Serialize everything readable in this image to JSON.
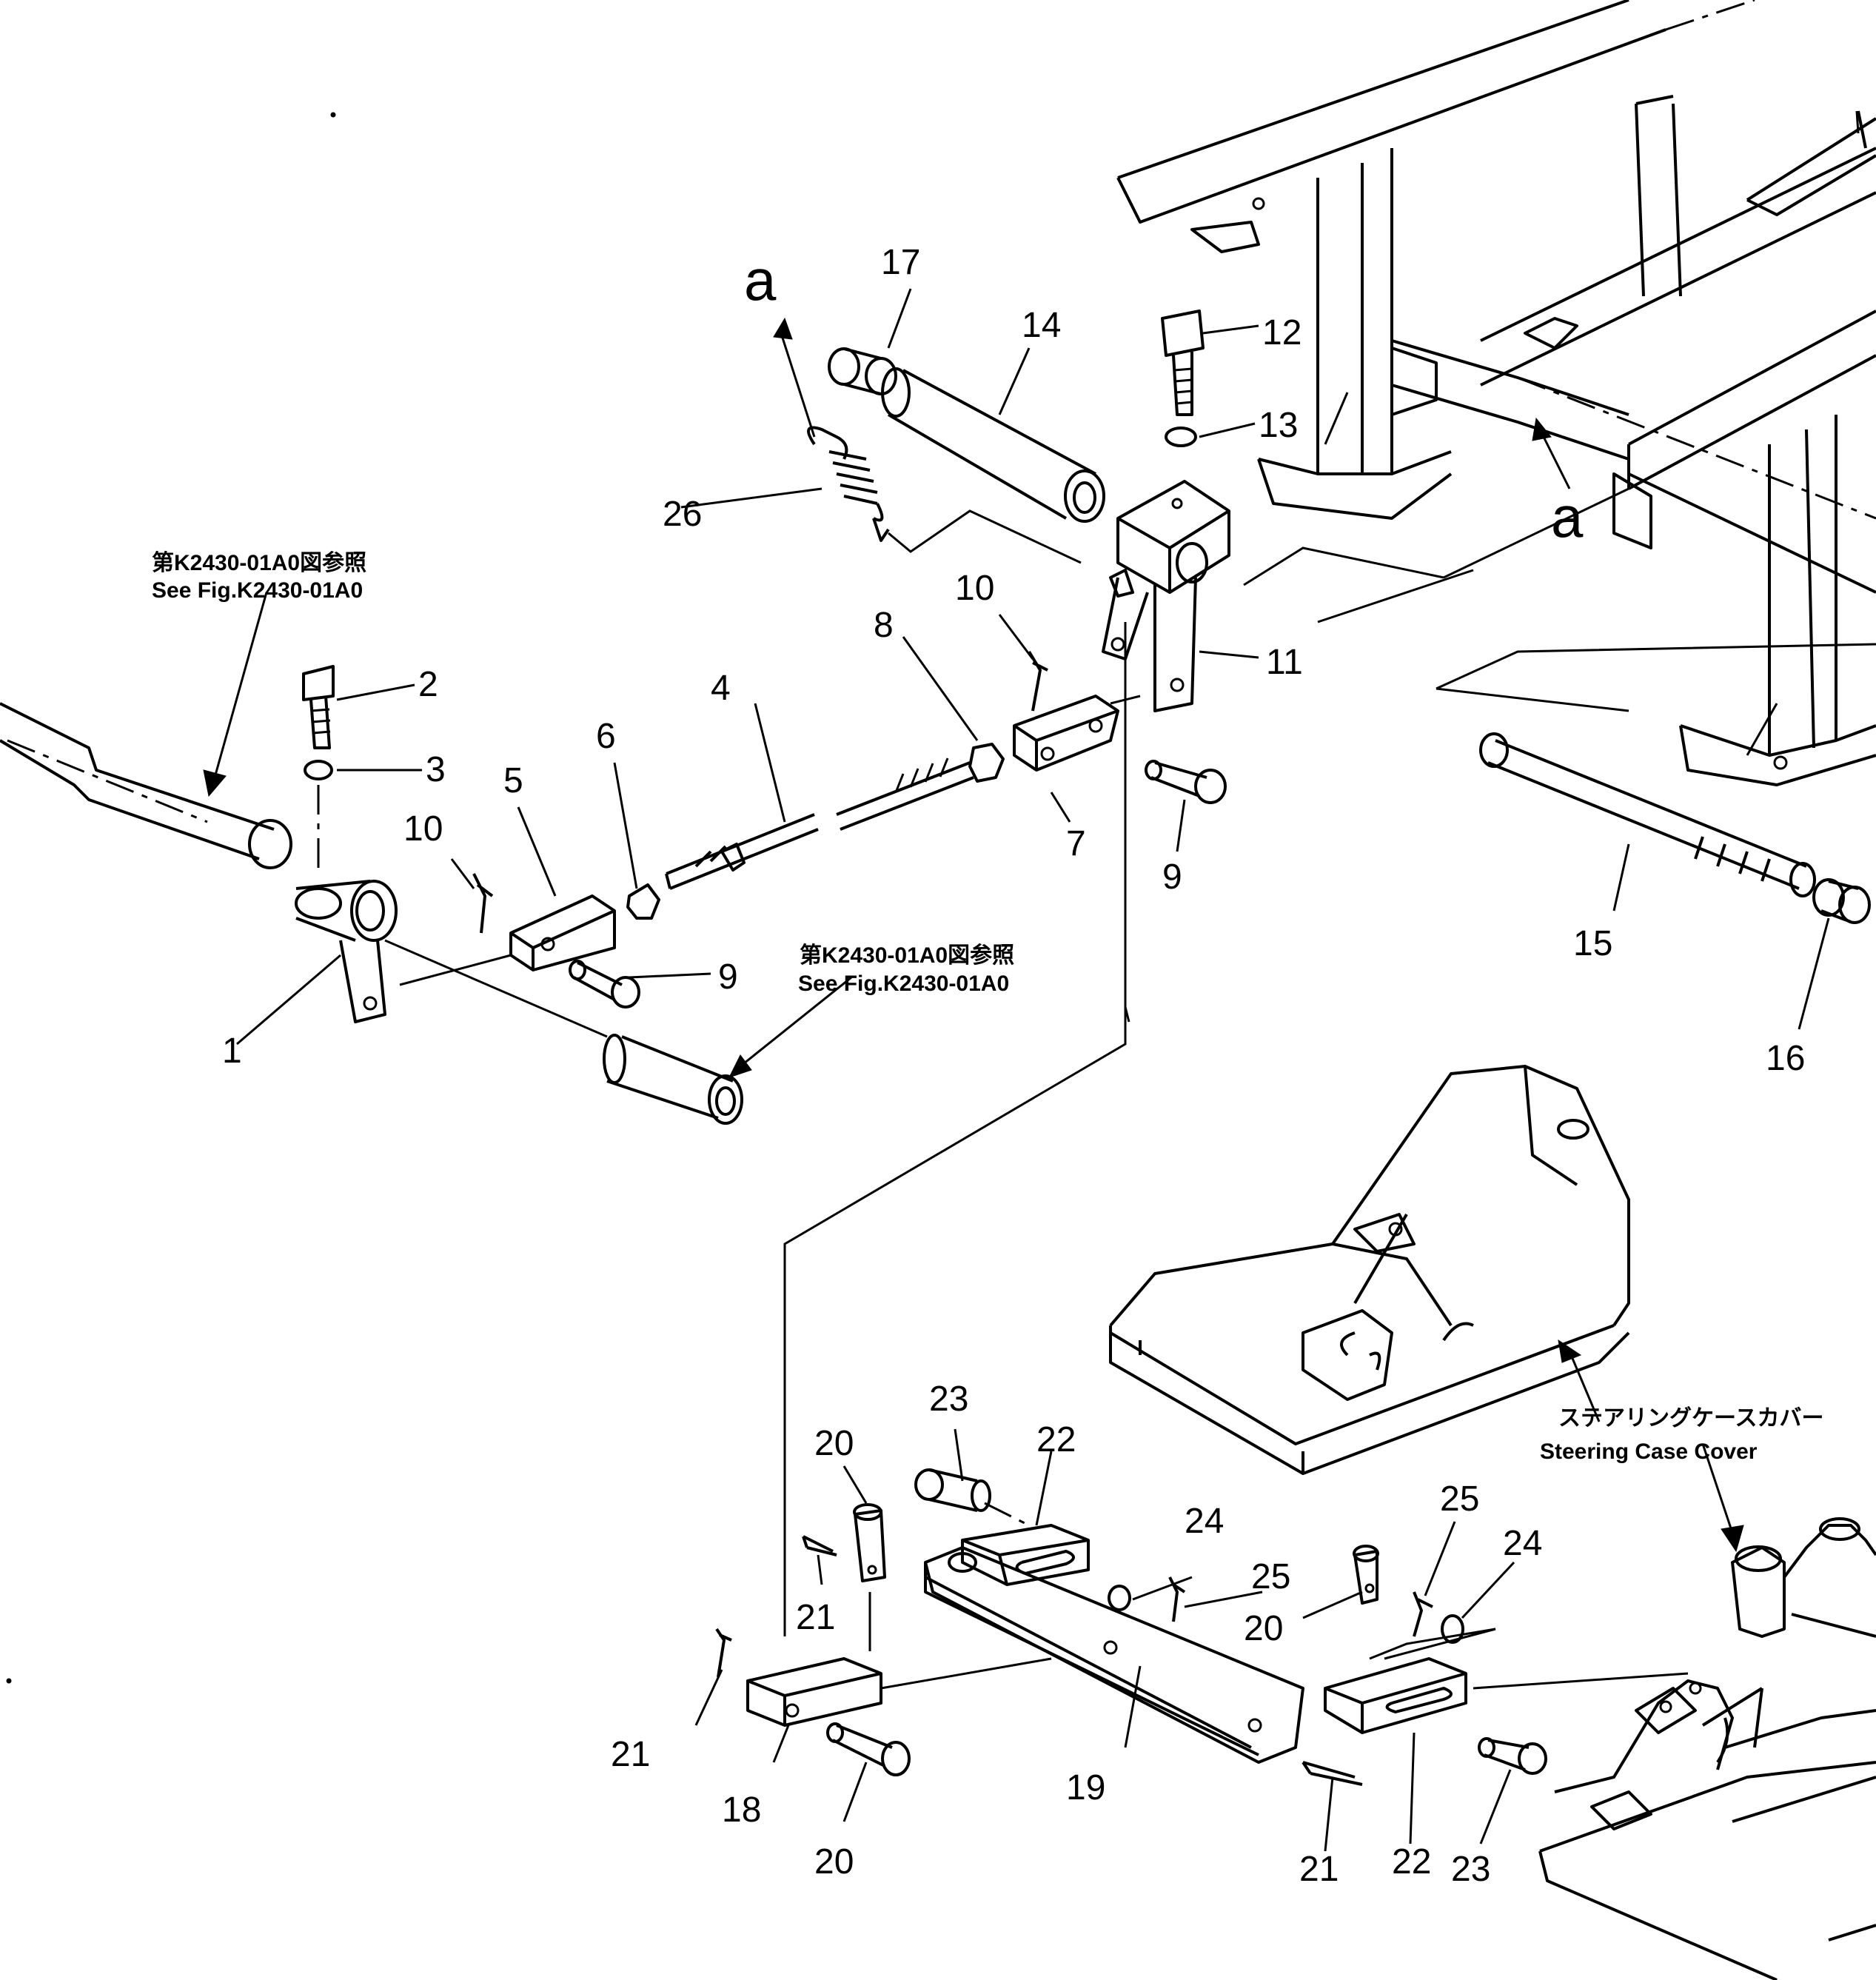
{
  "labels": {
    "n1": "1",
    "n2": "2",
    "n3": "3",
    "n4": "4",
    "n5": "5",
    "n6": "6",
    "n7": "7",
    "n8": "8",
    "n9a": "9",
    "n9b": "9",
    "n10a": "10",
    "n10b": "10",
    "n11": "11",
    "n12": "12",
    "n13": "13",
    "n14": "14",
    "n15": "15",
    "n16": "16",
    "n17": "17",
    "n18": "18",
    "n19": "19",
    "n20a": "20",
    "n20b": "20",
    "n20c": "20",
    "n21a": "21",
    "n21b": "21",
    "n21c": "21",
    "n22a": "22",
    "n22b": "22",
    "n23a": "23",
    "n23b": "23",
    "n24a": "24",
    "n24b": "24",
    "n25a": "25",
    "n25b": "25",
    "n26": "26",
    "a_top": "a",
    "a_right": "a"
  },
  "references": {
    "top_jp": "第K2430-01A0図参照",
    "top_en": "See Fig.K2430-01A0",
    "mid_jp": "第K2430-01A0図参照",
    "mid_en": "See Fig.K2430-01A0",
    "cover_jp": "ステアリングケースカバー",
    "cover_en": "Steering  Case  Cover"
  }
}
